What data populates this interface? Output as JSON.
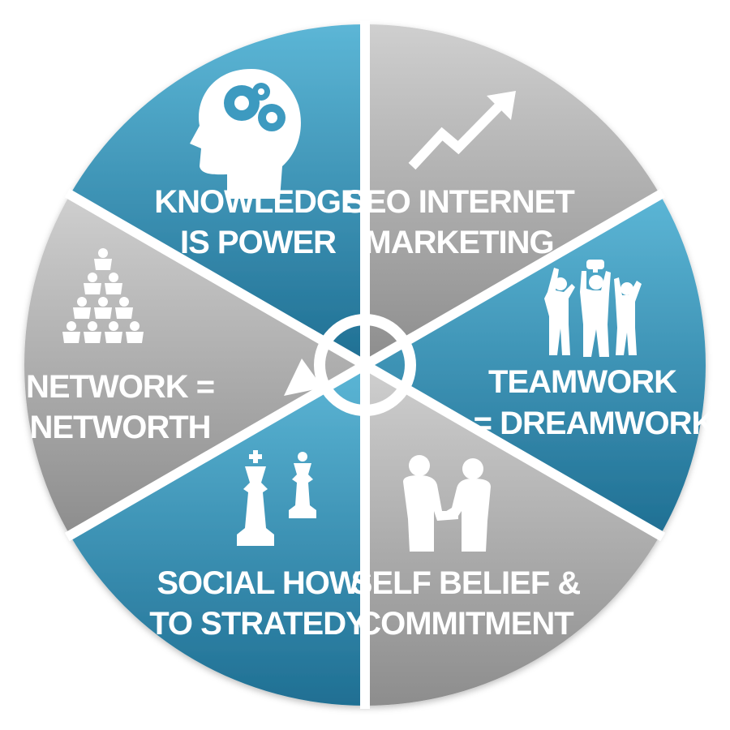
{
  "diagram": {
    "colors": {
      "blue_light": "#5cb6d6",
      "blue_dark": "#1f6f93",
      "gray_light": "#c9c9c9",
      "gray_dark": "#8d8d8d",
      "separator": "#ffffff"
    },
    "segments": [
      {
        "id": "knowledge",
        "tone": "blue",
        "icon": "head-gears-icon",
        "lines": [
          "KNOWLEDGE",
          "IS POWER"
        ]
      },
      {
        "id": "seo",
        "tone": "gray",
        "icon": "trend-arrow-icon",
        "lines": [
          "SEO INTERNET",
          "MARKETING"
        ]
      },
      {
        "id": "teamwork",
        "tone": "blue",
        "icon": "team-trophy-icon",
        "lines": [
          "TEAMWORK",
          "= DREAMWORK"
        ]
      },
      {
        "id": "selfbelief",
        "tone": "gray",
        "icon": "handshake-icon",
        "lines": [
          "SELF BELIEF &",
          "COMMITMENT"
        ]
      },
      {
        "id": "social",
        "tone": "blue",
        "icon": "chess-pieces-icon",
        "lines": [
          "SOCIAL HOW",
          "TO STRATEDY"
        ]
      },
      {
        "id": "network",
        "tone": "gray",
        "icon": "people-pyramid-icon",
        "lines": [
          "NETWORK =",
          "NETWORTH"
        ]
      }
    ],
    "center_icon": "cycle-arrow-icon"
  }
}
